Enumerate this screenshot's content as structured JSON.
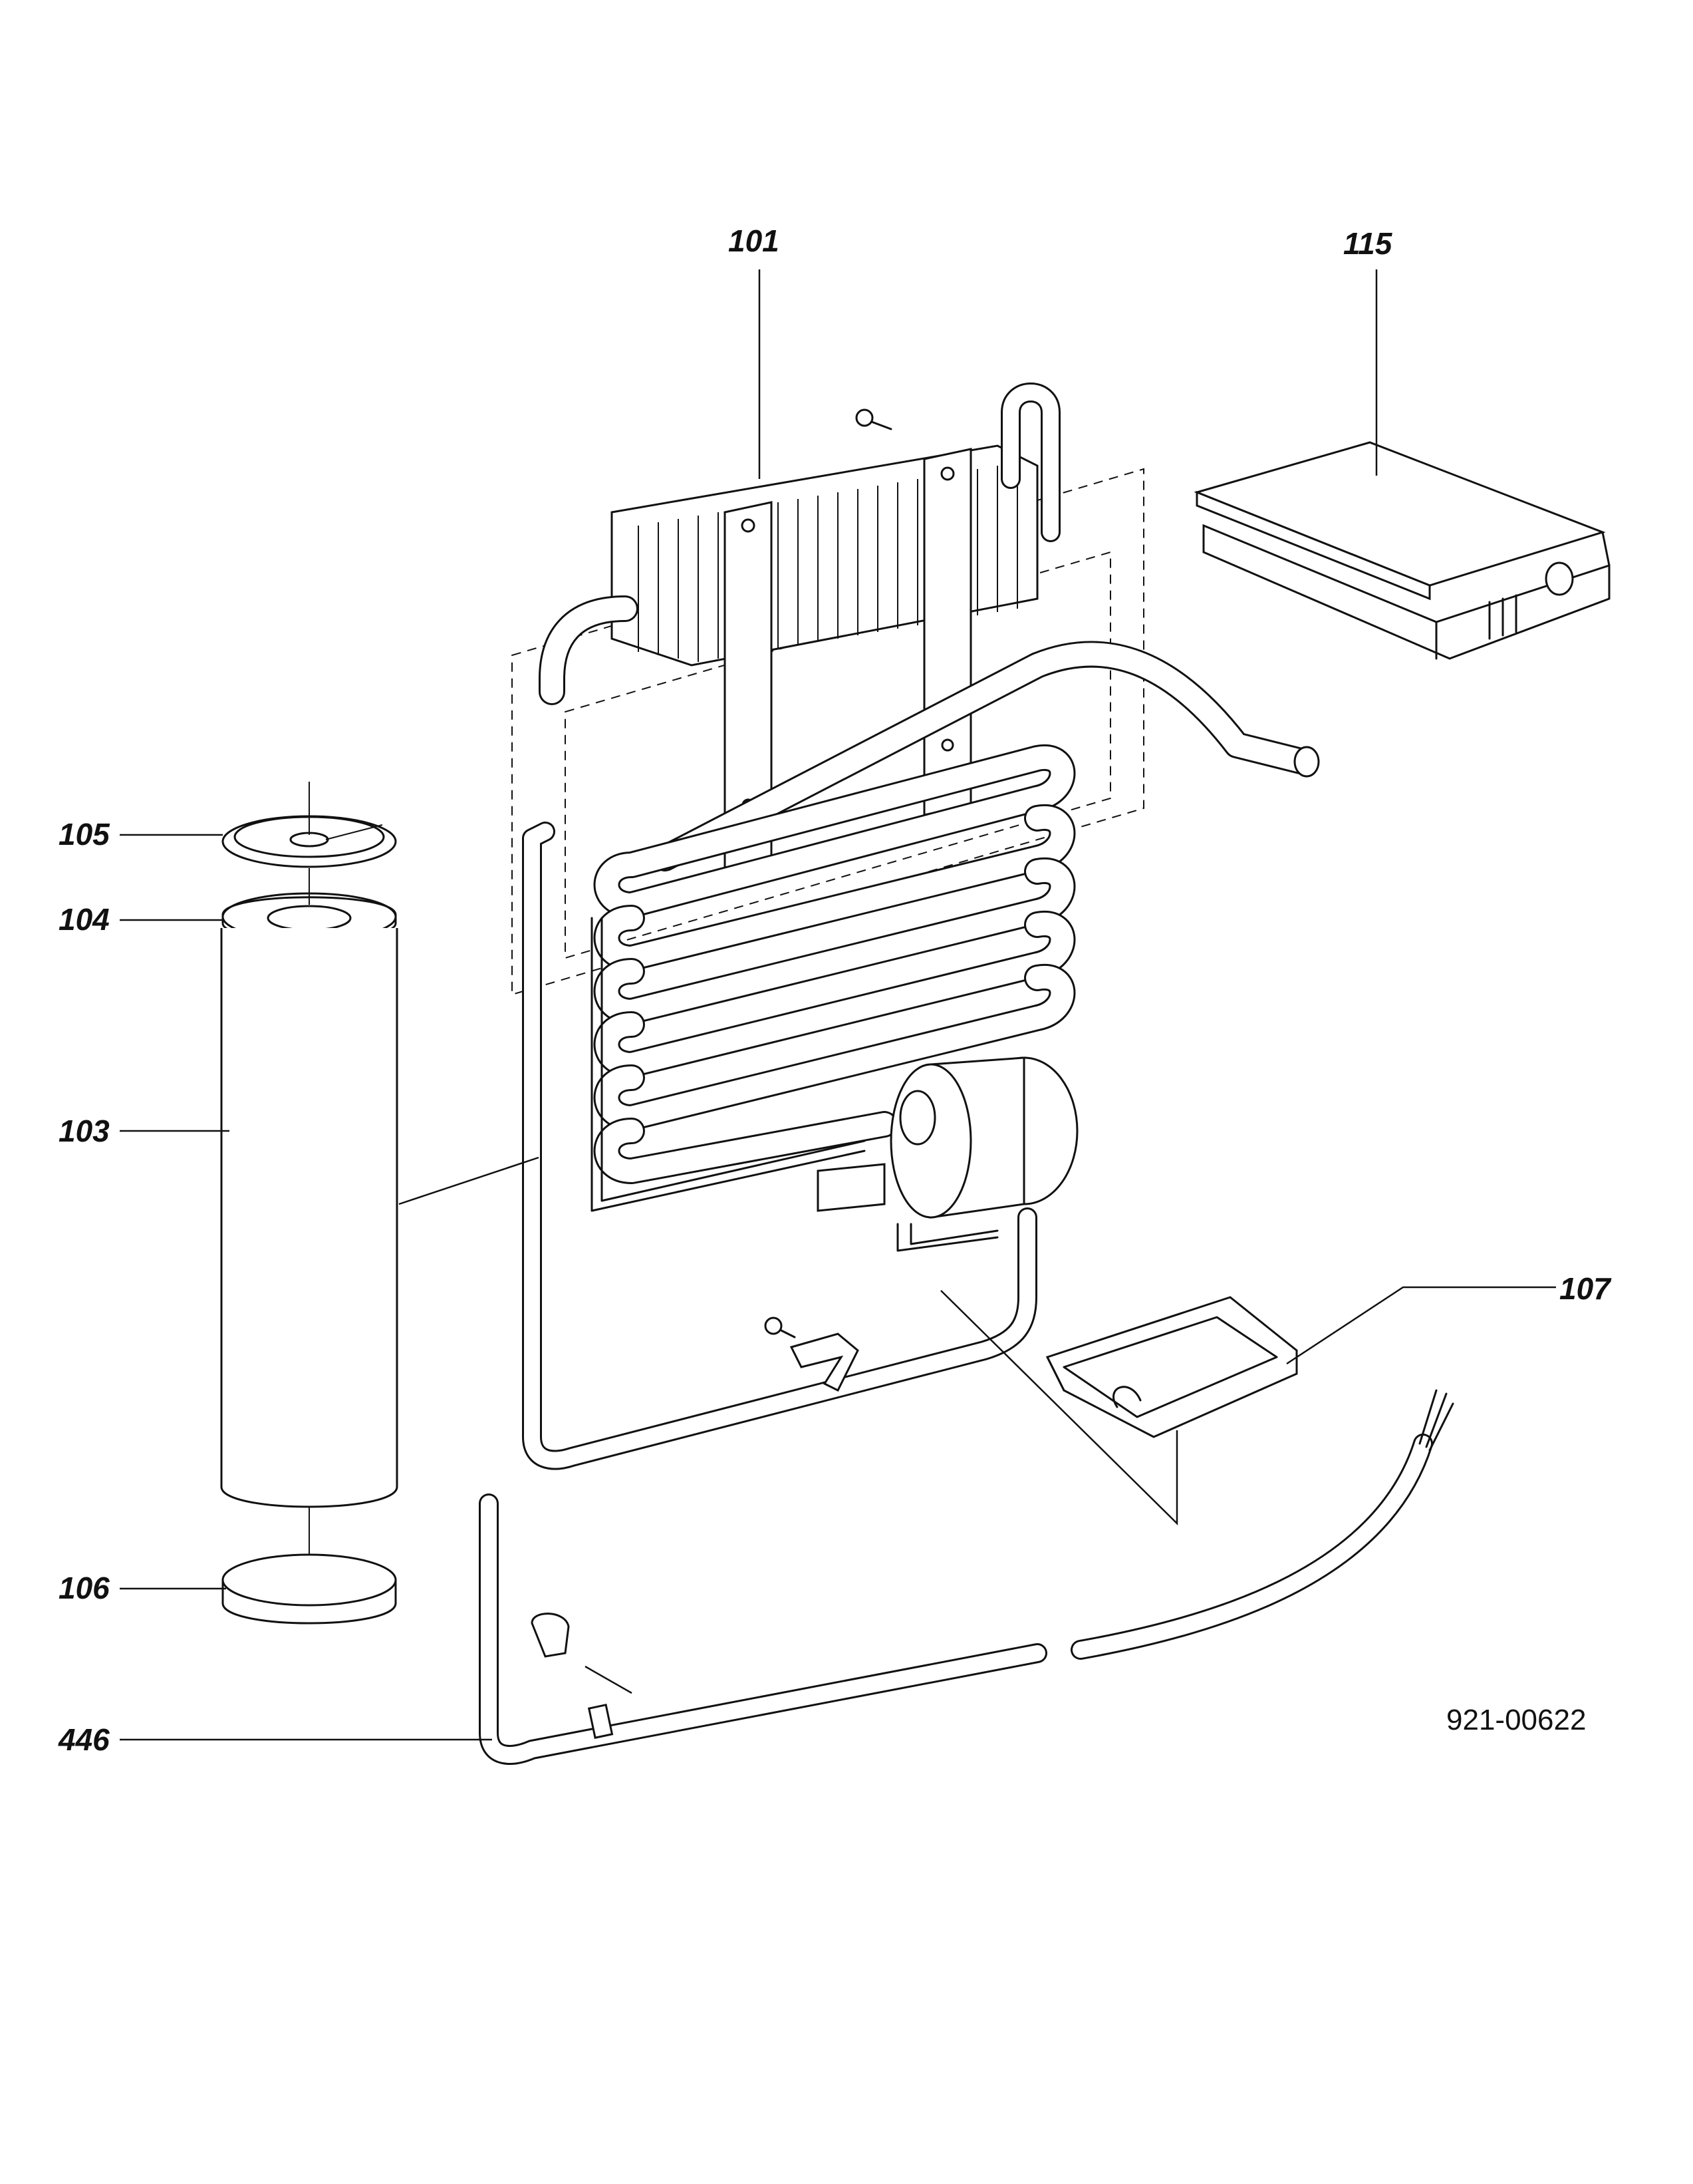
{
  "callouts": [
    {
      "id": "101",
      "label": "101"
    },
    {
      "id": "115",
      "label": "115"
    },
    {
      "id": "105",
      "label": "105"
    },
    {
      "id": "104",
      "label": "104"
    },
    {
      "id": "103",
      "label": "103"
    },
    {
      "id": "107",
      "label": "107"
    },
    {
      "id": "106",
      "label": "106"
    },
    {
      "id": "446",
      "label": "446"
    }
  ],
  "drawing_number": "921-00622"
}
